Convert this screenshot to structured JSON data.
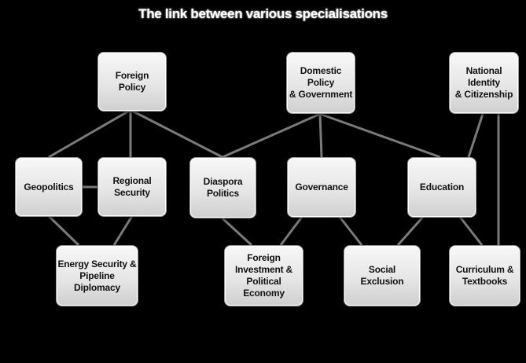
{
  "title": "The link between various specialisations",
  "nodes": {
    "foreign_policy": "Foreign\nPolicy",
    "domestic_policy": "Domestic Policy\n& Government",
    "national_identity": "National Identity\n& Citizenship",
    "geopolitics": "Geopolitics",
    "regional_security": "Regional\nSecurity",
    "diaspora_politics": "Diaspora\nPolitics",
    "governance": "Governance",
    "education": "Education",
    "energy_security": "Energy Security &\nPipeline\nDiplomacy",
    "foreign_investment": "Foreign\nInvestment &\nPolitical Economy",
    "social_exclusion": "Social\nExclusion",
    "curriculum": "Curriculum &\nTextbooks"
  },
  "colors": {
    "background": "#000000",
    "line": "#7a7a7a",
    "node_fill": "#e6e6e6",
    "title": "#ffffff"
  }
}
